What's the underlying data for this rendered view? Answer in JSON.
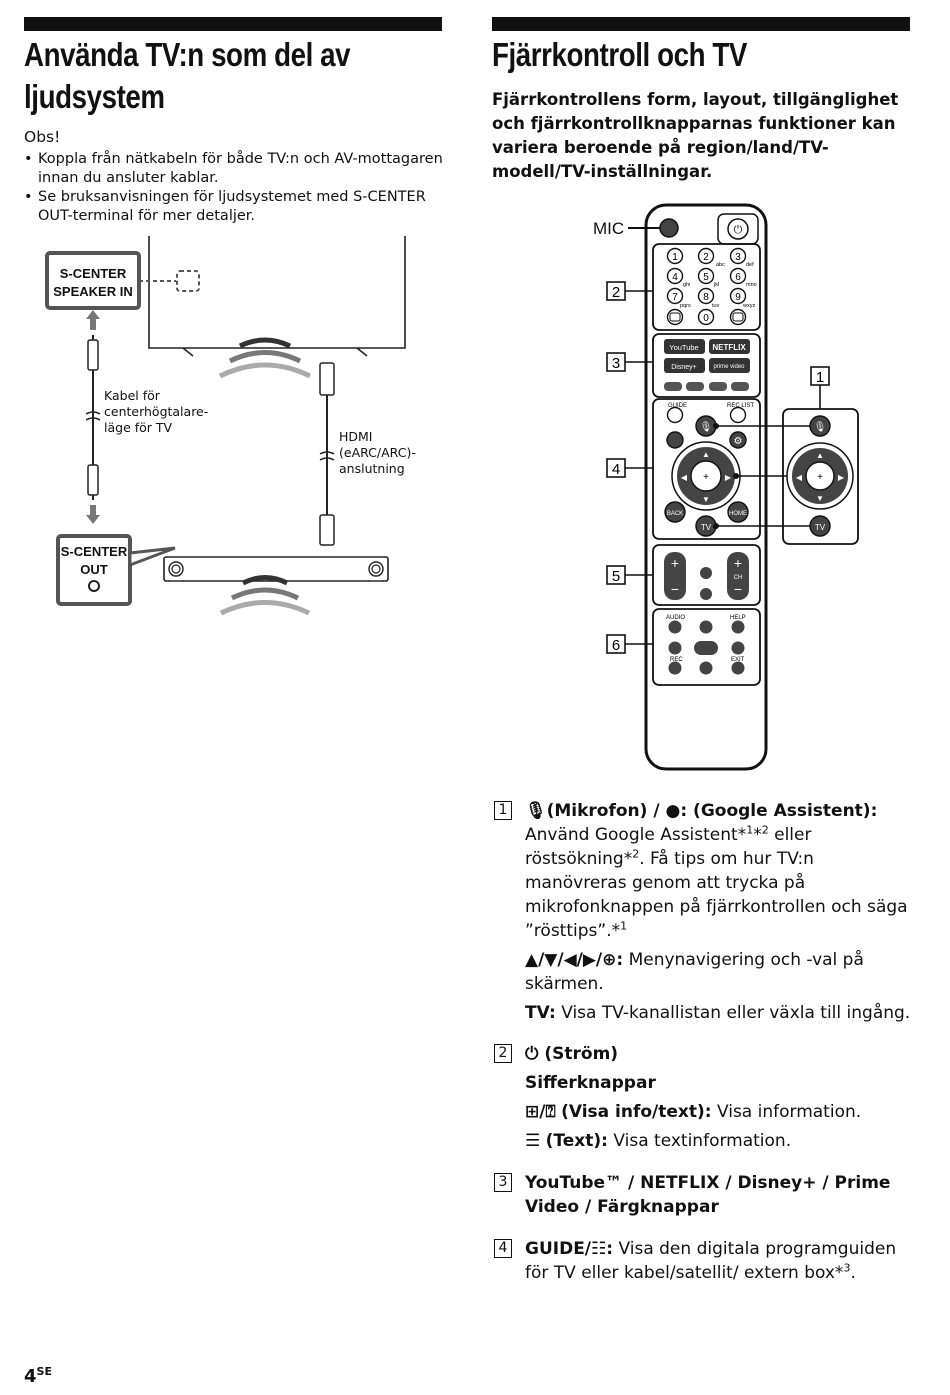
{
  "left": {
    "title_line1": "Använda TV:n som del av",
    "title_line2": "ljudsystem",
    "obs": "Obs!",
    "bullets": [
      "Koppla från nätkabeln för både TV:n och AV-mottagaren innan du ansluter kablar.",
      "Se bruksanvisningen för ljudsystemet med S-CENTER OUT-terminal för mer detaljer."
    ],
    "diagram": {
      "speaker_in_1": "S-CENTER",
      "speaker_in_2": "SPEAKER IN",
      "out_1": "S-CENTER",
      "out_2": "OUT",
      "cable_1": "Kabel för",
      "cable_2": "centerhögtalare-",
      "cable_3": "läge för TV",
      "hdmi_1": "HDMI",
      "hdmi_2": "(eARC/ARC)-",
      "hdmi_3": "anslutning"
    }
  },
  "right": {
    "title": "Fjärrkontroll och TV",
    "intro": "Fjärrkontrollens form, layout, tillgänglighet och fjärrkontrollknapparnas funktioner kan variera beroende på region/land/TV-modell/TV-inställningar.",
    "remote": {
      "mic": "MIC",
      "callouts": [
        "1",
        "2",
        "3",
        "4",
        "5",
        "6"
      ],
      "k_youtube": "YouTube",
      "k_netflix": "NETFLIX",
      "k_disney": "Disney+",
      "k_prime": "prime video",
      "k_guide": "GUIDE",
      "k_reclist": "REC LIST",
      "k_back": "BACK",
      "k_home": "HOME",
      "k_tv": "TV",
      "k_ch": "CH",
      "k_audio": "AUDIO",
      "k_help": "HELP",
      "k_rec": "REC",
      "k_exit": "EXIT",
      "digits": [
        "1",
        "2",
        "3",
        "4",
        "5",
        "6",
        "7",
        "8",
        "9",
        "0"
      ],
      "digit_sub": [
        "",
        "abc",
        "def",
        "ghi",
        "jkl",
        "mno",
        "pqrs",
        "tuv",
        "wxyz",
        ""
      ]
    },
    "s1": {
      "num": "1",
      "head": "(Mikrofon) / ",
      "head2": "(Google Assistent):",
      "body1": "Använd Google Assistent*",
      "sup1": "1",
      "mid1": "*",
      "sup2": "2",
      "body2": " eller röstsökning*",
      "sup3": "2",
      "body3": ". Få tips om hur TV:n manövreras genom att trycka på mikrofonknappen på fjärrkontrollen och säga ”rösttips”.*",
      "sup4": "1",
      "nav_keys": "▲/▼/◀/▶/",
      "nav_desc": " Menynavigering och -val på skärmen.",
      "tv_key": "TV:",
      "tv_desc": " Visa TV-kanallistan eller växla till ingång."
    },
    "s2": {
      "num": "2",
      "head": "(Ström)",
      "sub": "Sifferknappar",
      "info_key": "(Visa info/text):",
      "info_desc": " Visa information.",
      "text_key": "(Text):",
      "text_desc": " Visa textinformation."
    },
    "s3": {
      "num": "3",
      "head": "YouTube™ / NETFLIX / Disney+ / Prime Video / Färgknappar"
    },
    "s4": {
      "num": "4",
      "head": "GUIDE/",
      "desc": " Visa den digitala programguiden för TV eller kabel/satellit/ extern box*",
      "sup": "3",
      "tail": "."
    }
  },
  "footer": {
    "page": "4",
    "suffix": "SE"
  }
}
